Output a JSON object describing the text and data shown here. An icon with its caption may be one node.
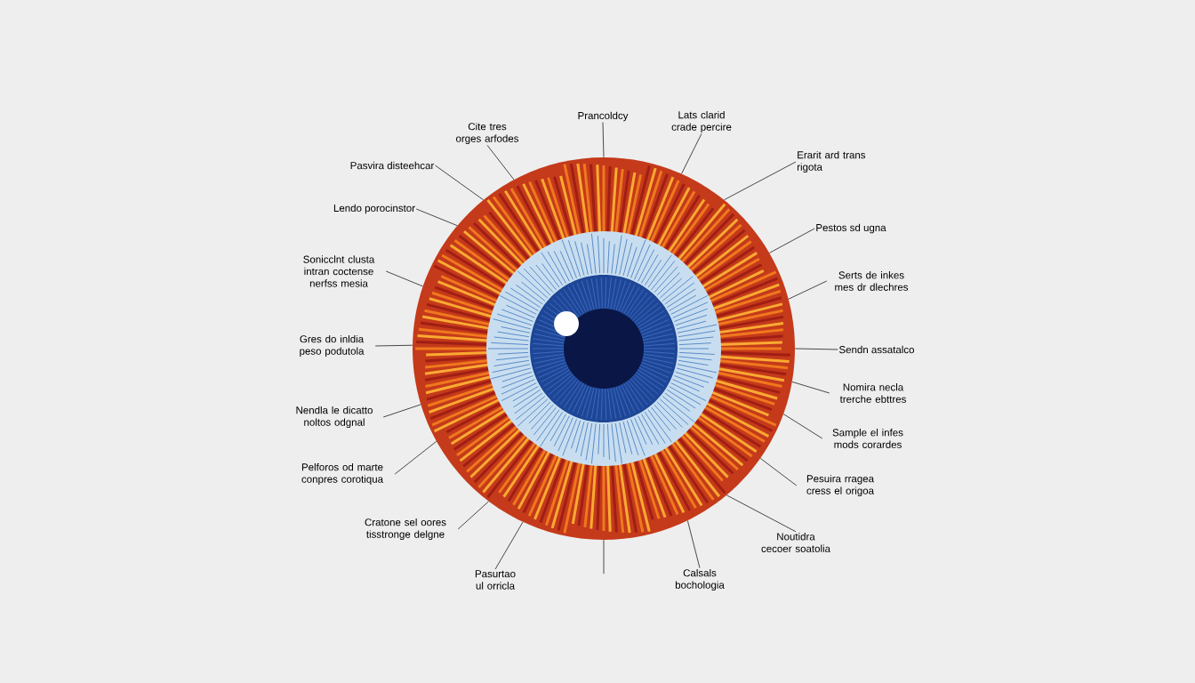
{
  "diagram": {
    "nodes": [
      {
        "text": [],
        "shape": "picture"
      },
      {
        "text": [
          "Prancoldcy"
        ]
      },
      {
        "text": [
          "Lats clarid crade percire"
        ]
      },
      {
        "text": [
          "Cite tres orges arfodes"
        ]
      },
      {
        "text": [
          "Erarit ard trans rigota"
        ]
      },
      {
        "text": [
          "Pasvira disteehcar"
        ]
      },
      {
        "text": [
          "Lendo porocinstor"
        ]
      },
      {
        "text": [
          "Pestos sd ugna"
        ]
      },
      {
        "text": [
          "Sonicclnt clusta intran coctense nerfss mesia"
        ]
      },
      {
        "text": [
          "Serts de inkes mes dr dlechres"
        ]
      },
      {
        "text": [
          "Gres do inldia peso podutola"
        ]
      },
      {
        "text": [
          "Sendn assatalco"
        ]
      },
      {
        "text": [
          "Nomira necla trerche ebttres"
        ]
      },
      {
        "text": [
          "Nendla le dicatto noltos odgnal"
        ]
      },
      {
        "text": [
          "Sample el infes mods corardes"
        ]
      },
      {
        "text": [
          "Pelforos od marte conpres corotiqua"
        ]
      },
      {
        "text": [
          "Pesuira rragea cress el origoa"
        ]
      },
      {
        "text": [
          "Cratone sel oores tisstronge delgne"
        ]
      },
      {
        "text": [
          "Noutidra cecoer soatolia"
        ]
      },
      {
        "text": [
          "Pasurtao ul orricla"
        ]
      },
      {
        "text": [
          "Calsals bochologia"
        ]
      }
    ],
    "edges": [
      {
        "from": 1,
        "to": 0,
        "arrow": "none"
      },
      {
        "from": 2,
        "to": 0,
        "arrow": "none"
      },
      {
        "from": 3,
        "to": 0,
        "arrow": "none"
      },
      {
        "from": 4,
        "to": 0,
        "arrow": "none"
      },
      {
        "from": 5,
        "to": 0,
        "arrow": "none"
      },
      {
        "from": 6,
        "to": 0,
        "arrow": "none"
      },
      {
        "from": 7,
        "to": 0,
        "arrow": "none"
      },
      {
        "from": 8,
        "to": 0,
        "arrow": "none"
      },
      {
        "from": 9,
        "to": 0,
        "arrow": "none"
      },
      {
        "from": 10,
        "to": 0,
        "arrow": "none"
      },
      {
        "from": 11,
        "to": 0,
        "arrow": "none"
      },
      {
        "from": 12,
        "to": 0,
        "arrow": "none"
      },
      {
        "from": 13,
        "to": 0,
        "arrow": "none"
      },
      {
        "from": 14,
        "to": 0,
        "arrow": "none"
      },
      {
        "from": 15,
        "to": 0,
        "arrow": "none"
      },
      {
        "from": 16,
        "to": 0,
        "arrow": "none"
      },
      {
        "from": 17,
        "to": 0,
        "arrow": "none"
      },
      {
        "from": 18,
        "to": 0,
        "arrow": "none"
      },
      {
        "from": 19,
        "to": 0,
        "arrow": "none"
      },
      {
        "from": 20,
        "to": 0,
        "arrow": "none"
      },
      {
        "from": 0,
        "to": null,
        "arrow": "none"
      }
    ]
  }
}
